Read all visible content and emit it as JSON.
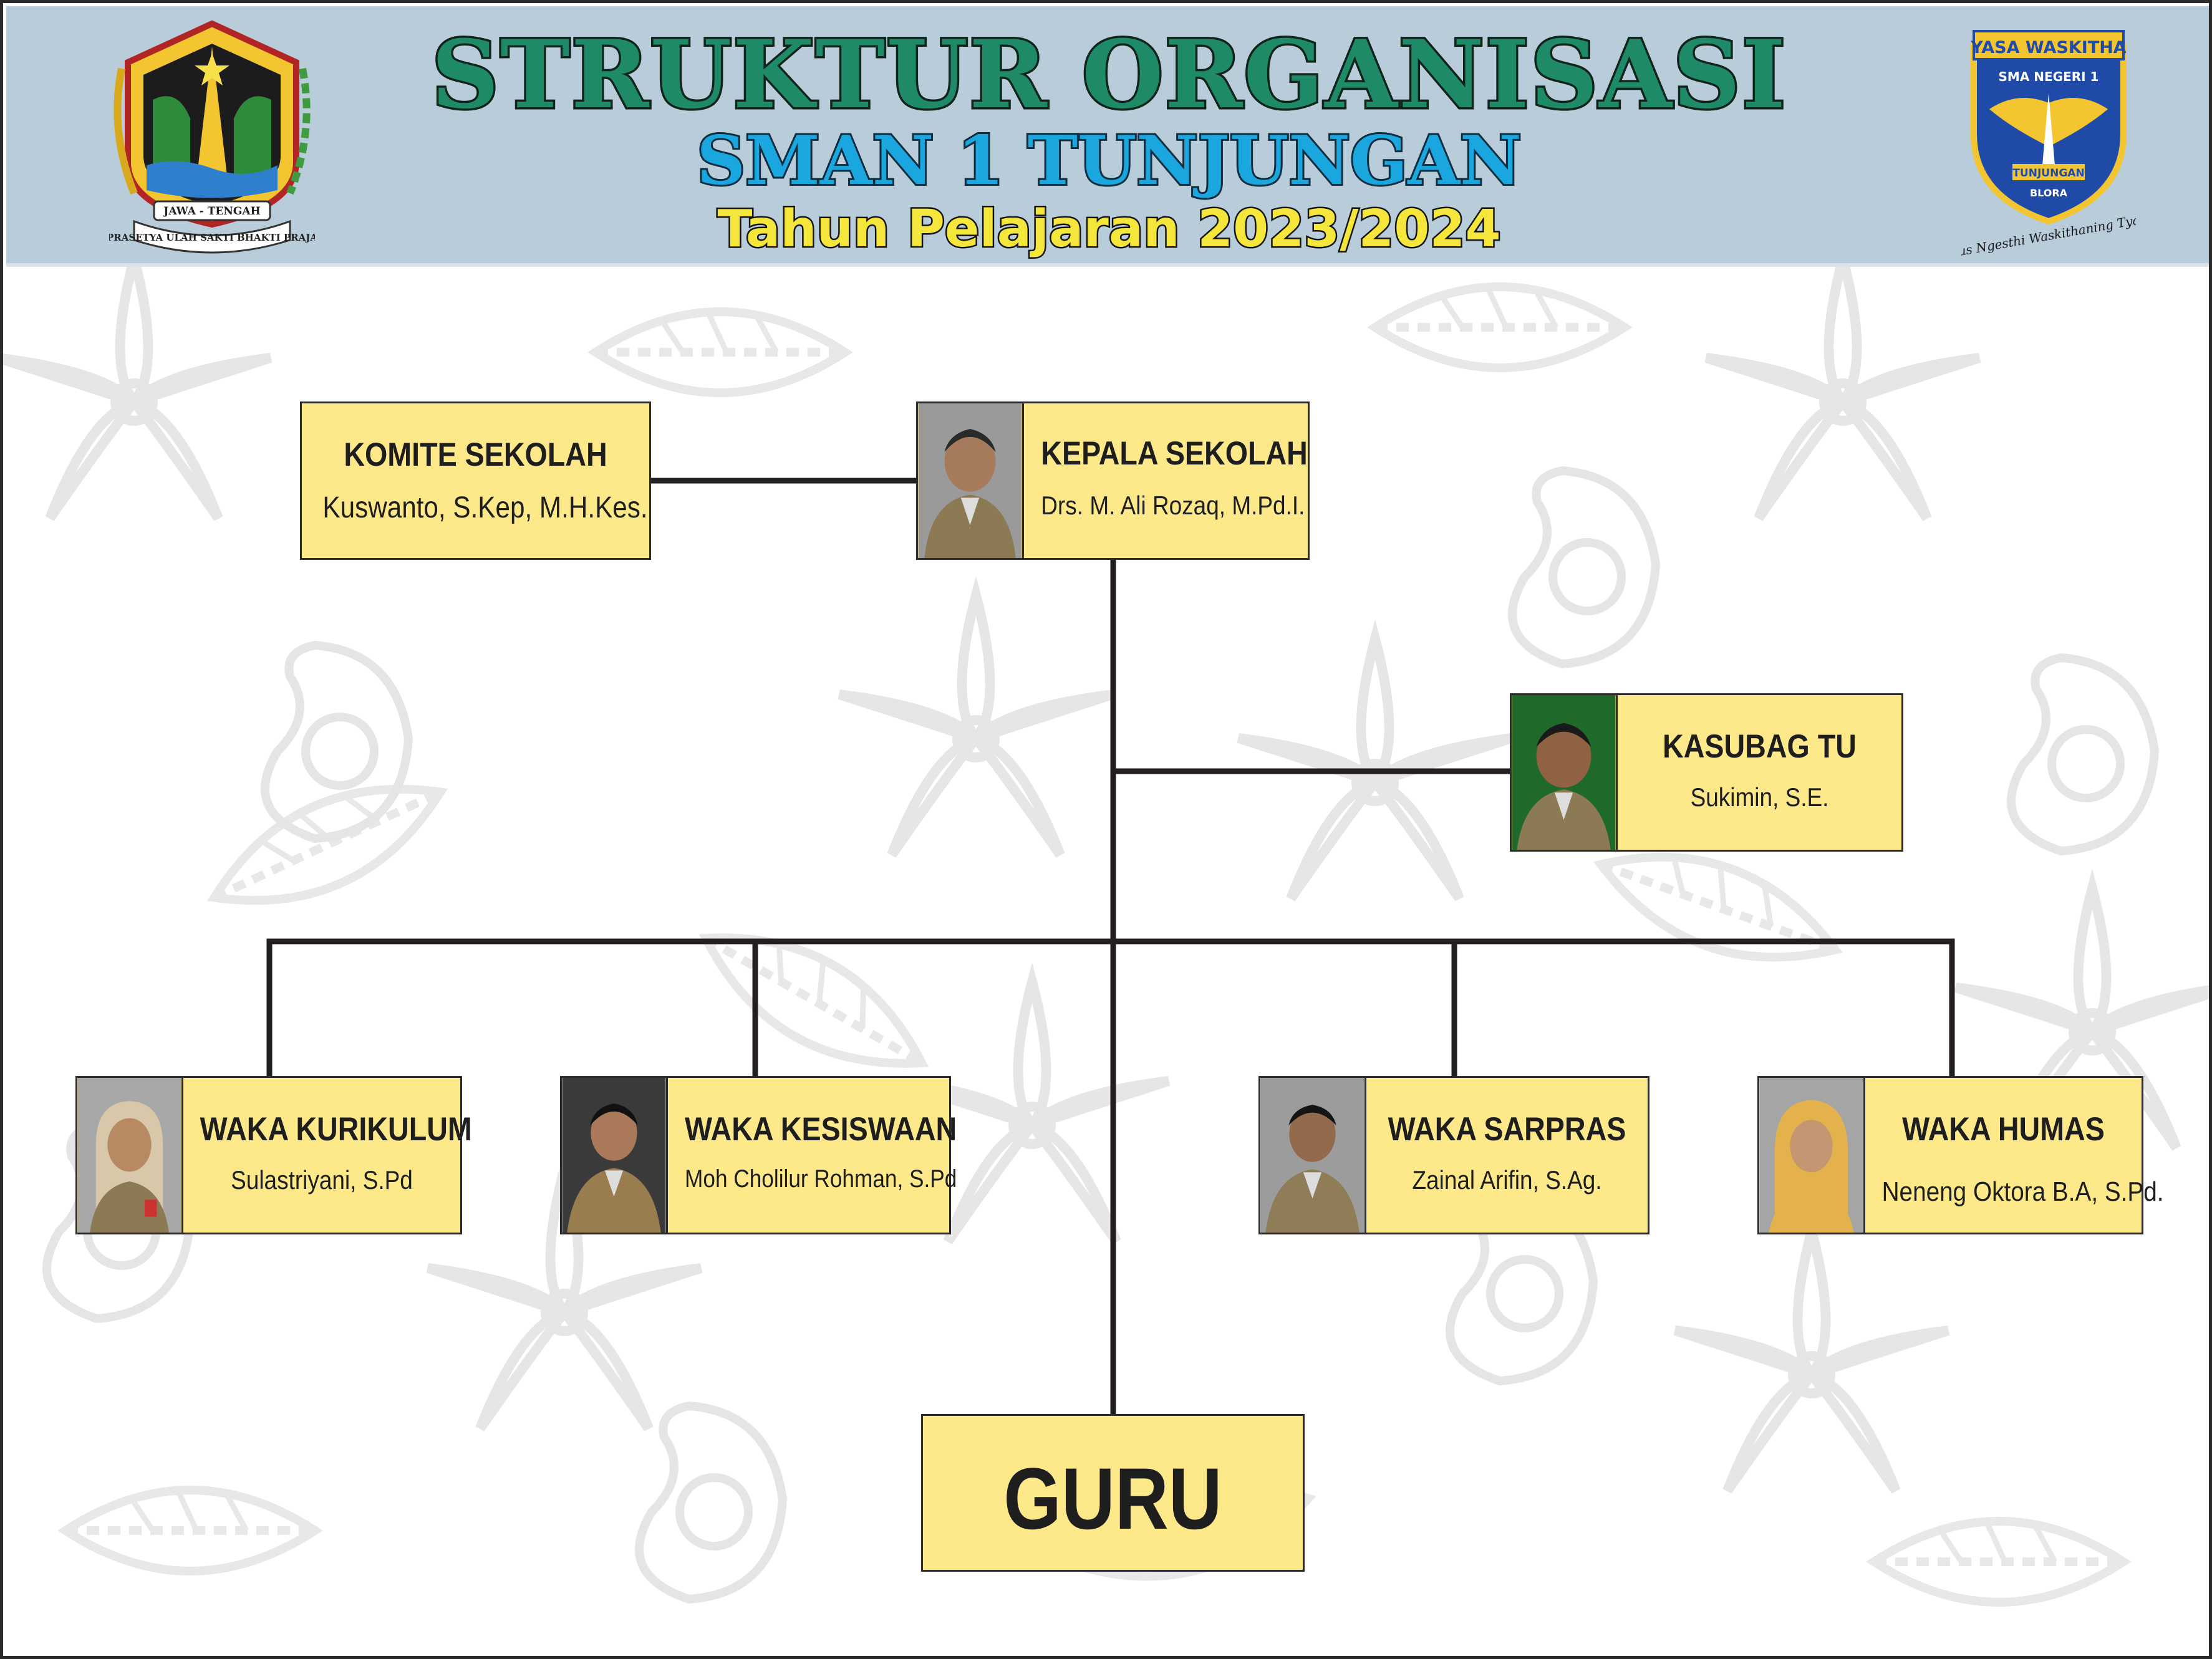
{
  "header": {
    "title": "STRUKTUR ORGANISASI",
    "subtitle": "SMAN 1 TUNJUNGAN",
    "year": "Tahun Pelajaran 2023/2024"
  },
  "logos": {
    "left": {
      "icon": "jawa-tengah-emblem-icon",
      "ribbon_top": "JAWA - TENGAH",
      "ribbon_bottom": "PRASETYA ULAH SAKTI BHAKTI PRAJA"
    },
    "right": {
      "icon": "sman1-tunjungan-emblem-icon",
      "banner": "YASA WASKITHA",
      "school": "SMA NEGERI 1",
      "place": "TUNJUNGAN",
      "city": "BLORA",
      "motto": "Tus Ngesthi Waskithaning Tyas"
    }
  },
  "nodes": {
    "komite": {
      "role": "KOMITE SEKOLAH",
      "name": "Kuswanto, S.Kep, M.H.Kes."
    },
    "kepala": {
      "role": "KEPALA SEKOLAH",
      "name": "Drs. M. Ali Rozaq, M.Pd.I."
    },
    "kasubag": {
      "role": "KASUBAG TU",
      "name": "Sukimin, S.E."
    },
    "kurikulum": {
      "role": "WAKA KURIKULUM",
      "name": "Sulastriyani, S.Pd"
    },
    "kesiswaan": {
      "role": "WAKA KESISWAAN",
      "name": "Moh Cholilur Rohman, S.Pd"
    },
    "sarpras": {
      "role": "WAKA SARPRAS",
      "name": "Zainal Arifin, S.Ag."
    },
    "humas": {
      "role": "WAKA HUMAS",
      "name": "Neneng Oktora B.A, S.Pd."
    },
    "guru": {
      "role": "GURU"
    }
  },
  "colors": {
    "box_fill": "#fde88a",
    "header_bg": "#b9ccda",
    "line": "#231f20",
    "title_green": "#1f8a68",
    "subtitle_blue": "#1aa7e0",
    "year_yellow": "#f4e63a"
  }
}
